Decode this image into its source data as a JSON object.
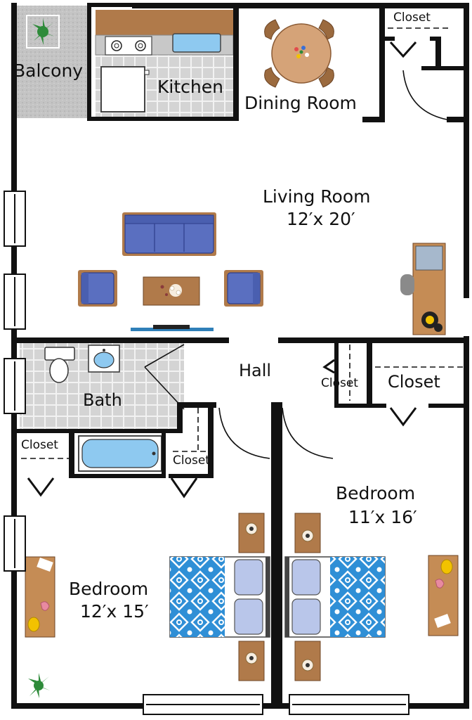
{
  "rooms": {
    "balcony": "Balcony",
    "kitchen": "Kitchen",
    "dining": "Dining Room",
    "living": "Living Room",
    "living_size": "12′x 20′",
    "hall": "Hall",
    "bath": "Bath",
    "bed_left": "Bedroom",
    "bed_left_size": "12′x 15′",
    "bed_right": "Bedroom",
    "bed_right_size": "11′x 16′",
    "closet_top": "Closet",
    "closet_hall_small": "Closet",
    "closet_hall_big": "Closet",
    "closet_left": "Closet",
    "closet_bath": "Closet"
  },
  "colors": {
    "wall": "#111111",
    "balcony_floor": "#c8c8c8",
    "tile": "#d9d9d9",
    "counter": "#b07a4a",
    "furniture_wood": "#b07a4a",
    "sofa": "#5a6fc0",
    "bed_cover": "#2f8fd6",
    "pillow": "#b9c6ea",
    "plant": "#2e8b3a"
  },
  "icons": [
    "plant-icon",
    "stove-icon",
    "sink-icon",
    "fridge-icon",
    "dining-table-icon",
    "sofa-icon",
    "armchair-icon",
    "coffee-table-icon",
    "desk-icon",
    "toilet-icon",
    "bathtub-icon",
    "bed-icon",
    "nightstand-icon",
    "window-icon",
    "tv-icon"
  ]
}
